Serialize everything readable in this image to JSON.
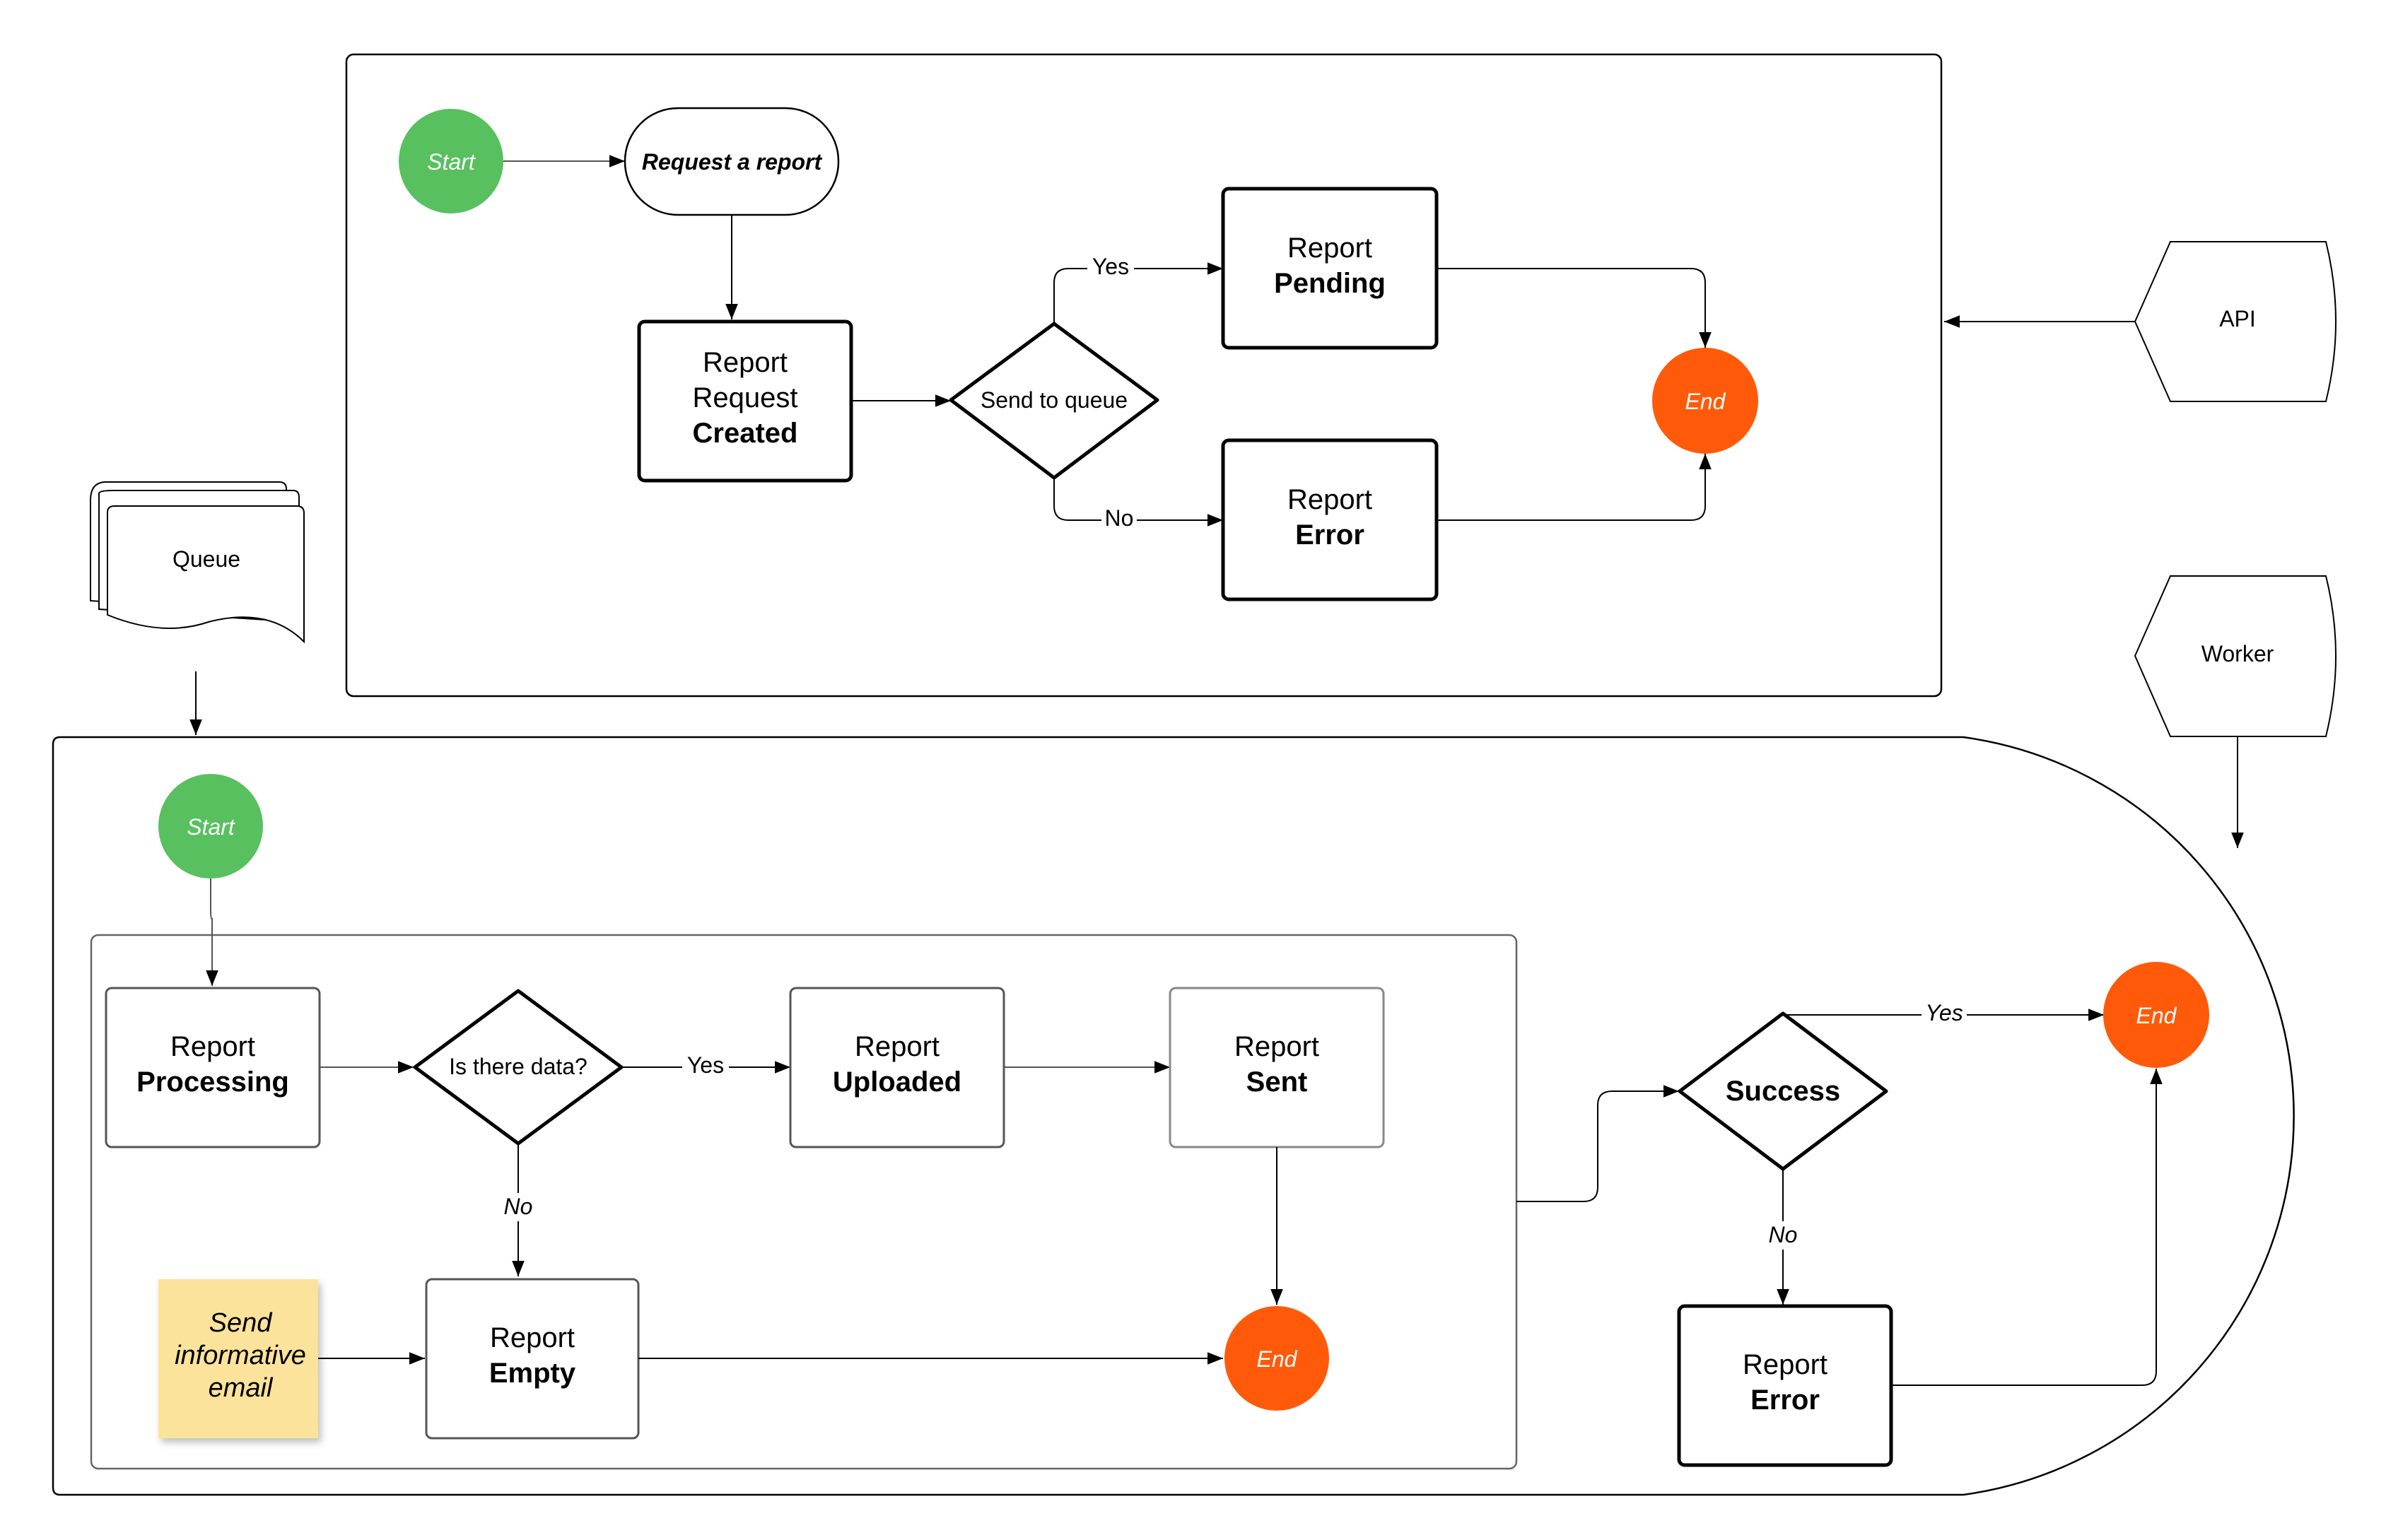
{
  "colors": {
    "start": "#58C05F",
    "end": "#FF5A0A",
    "note": "#FCE39B"
  },
  "api_flow": {
    "start": "Start",
    "request": "Request a report",
    "created": {
      "line1": "Report",
      "line2": "Request",
      "line3": "Created"
    },
    "decision": "Send to queue",
    "yes": "Yes",
    "no": "No",
    "pending": {
      "line1": "Report",
      "line2": "Pending"
    },
    "error": {
      "line1": "Report",
      "line2": "Error"
    },
    "end": "End"
  },
  "api_label": "API",
  "queue_label": "Queue",
  "worker_label": "Worker",
  "worker_flow": {
    "start": "Start",
    "processing": {
      "line1": "Report",
      "line2": "Processing"
    },
    "data_decision": "Is there data?",
    "yes": "Yes",
    "no": "No",
    "uploaded": {
      "line1": "Report",
      "line2": "Uploaded"
    },
    "sent": {
      "line1": "Report",
      "line2": "Sent"
    },
    "empty": {
      "line1": "Report",
      "line2": "Empty"
    },
    "note": {
      "line1": "Send",
      "line2": "informative",
      "line3": "email"
    },
    "end_inner": "End",
    "success": "Success",
    "success_yes": "Yes",
    "success_no": "No",
    "error": {
      "line1": "Report",
      "line2": "Error"
    },
    "end_outer": "End"
  }
}
